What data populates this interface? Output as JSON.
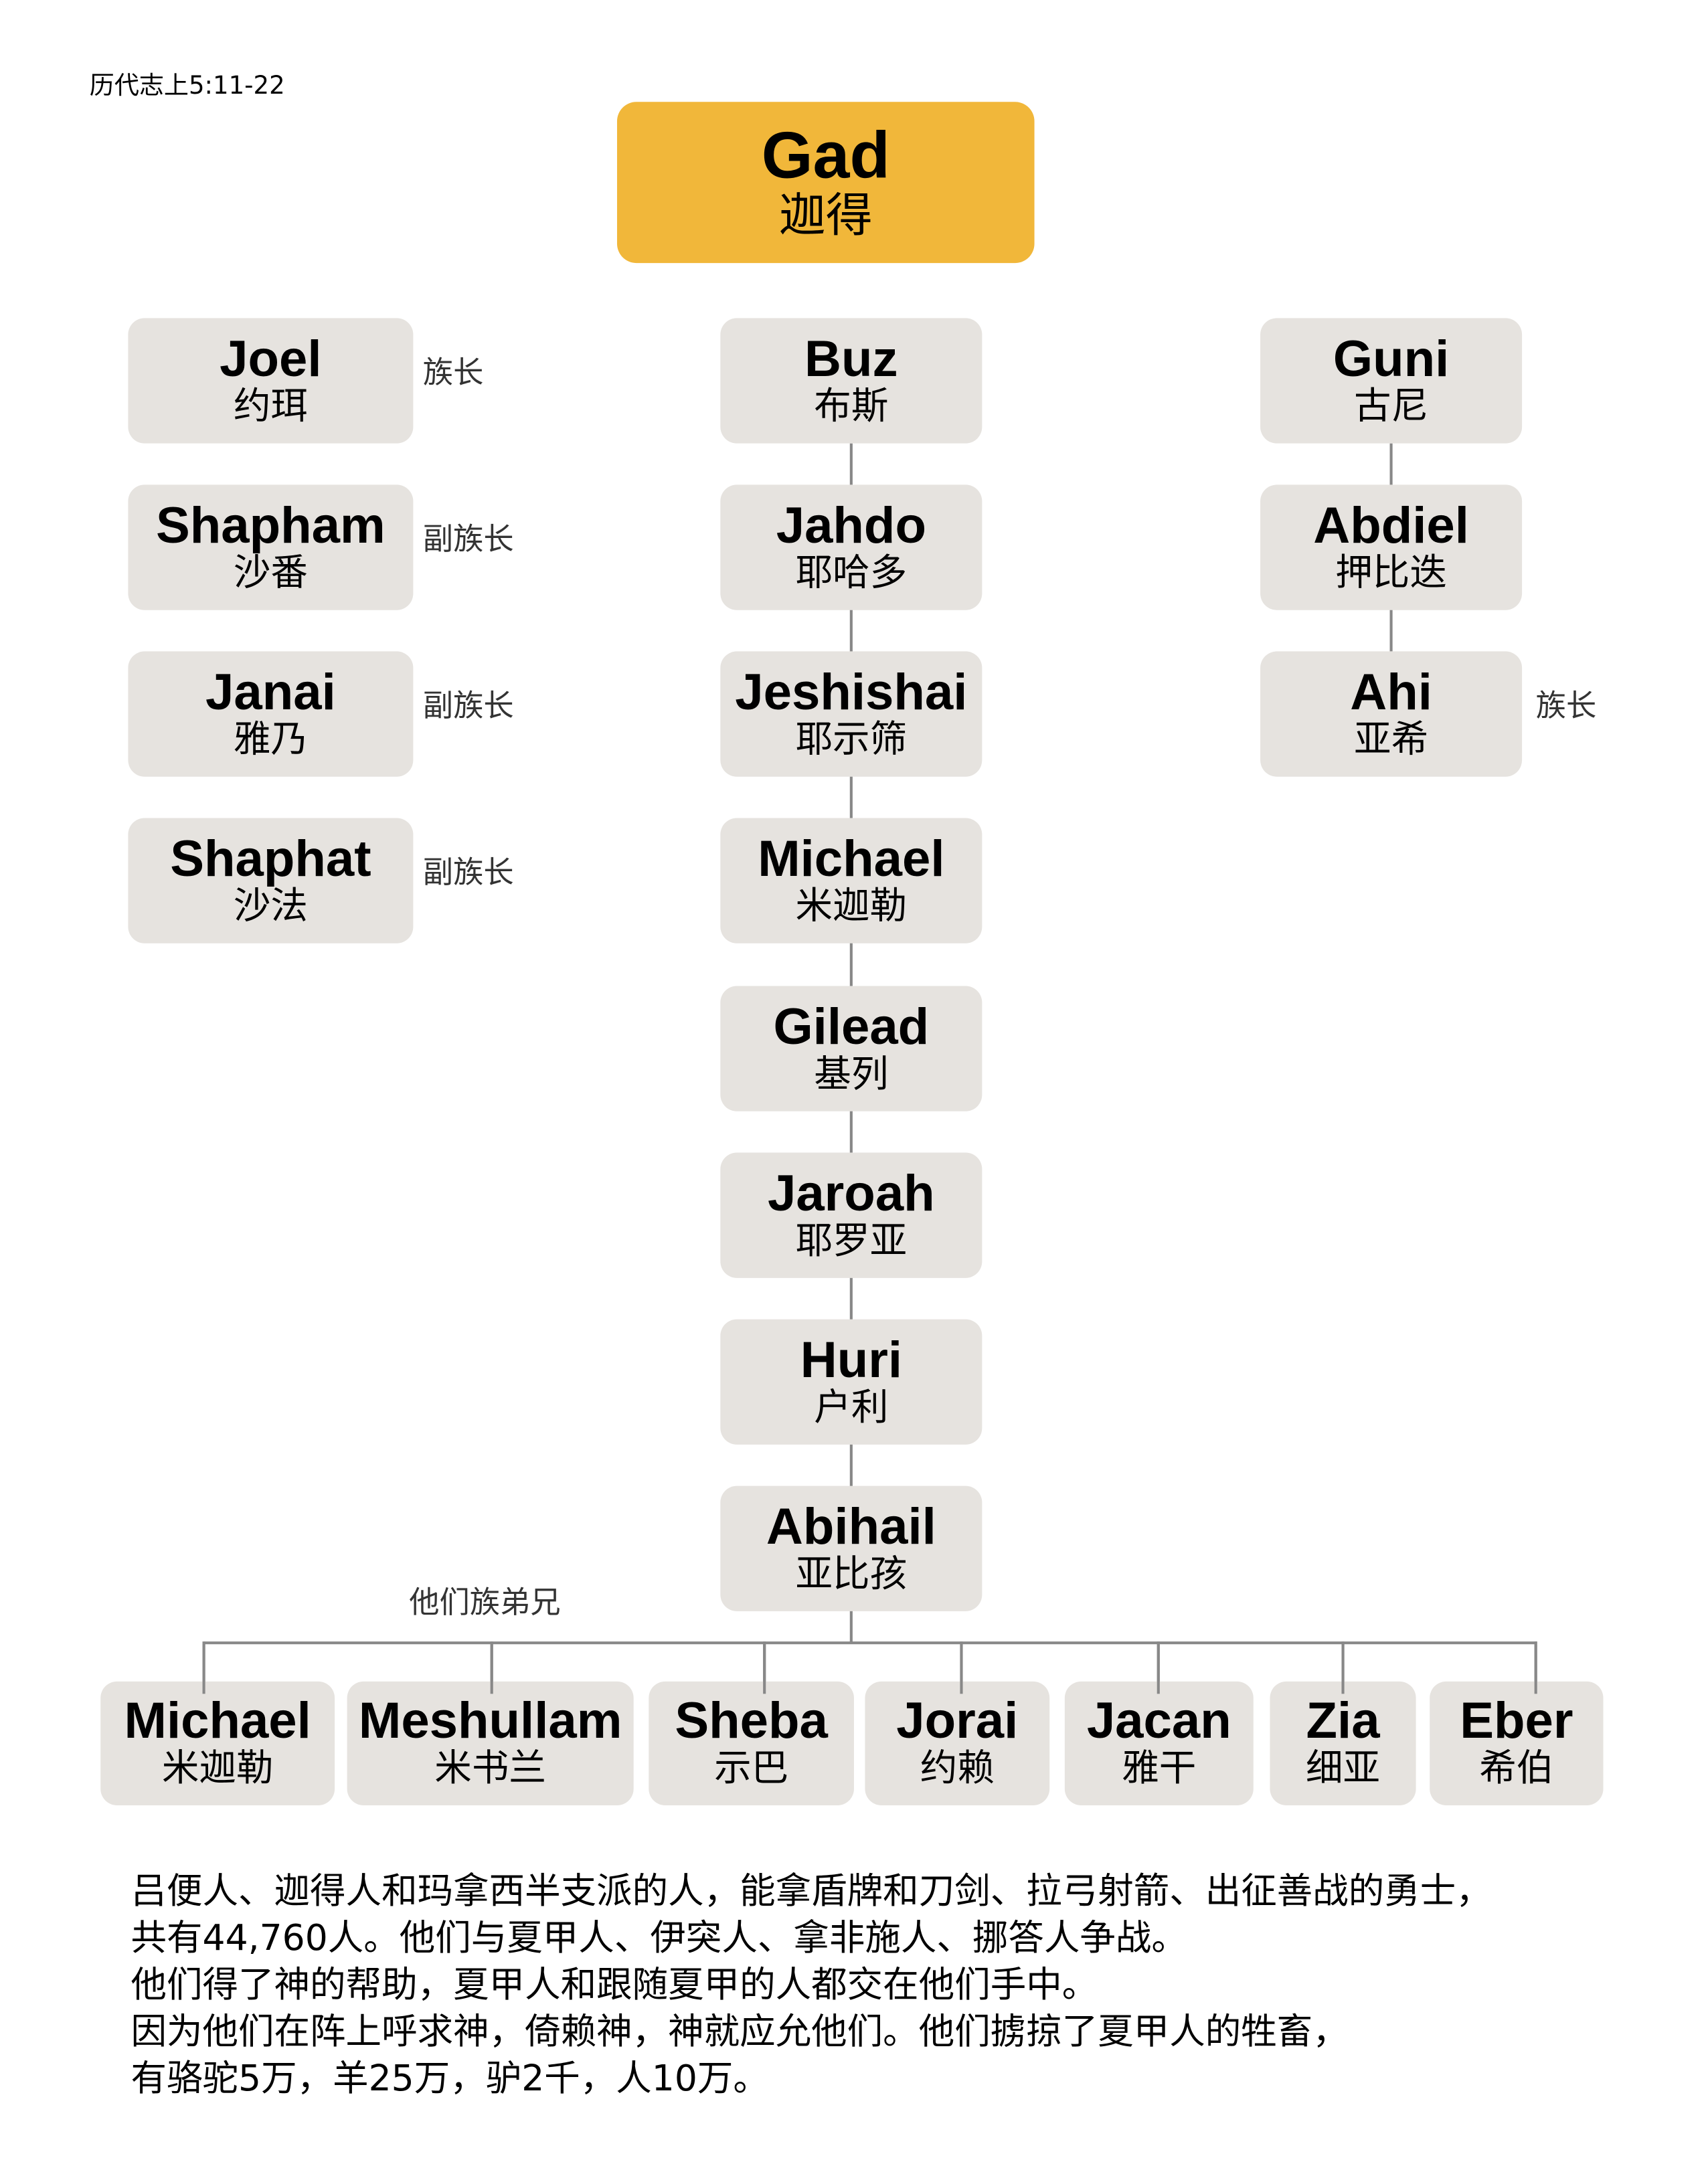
{
  "reference": "历代志上5:11-22",
  "root": {
    "en": "Gad",
    "zh": "迦得",
    "color": "#F1B73A"
  },
  "left_column": [
    {
      "en": "Joel",
      "zh": "约珥",
      "role": "族长"
    },
    {
      "en": "Shapham",
      "zh": "沙番",
      "role": "副族长"
    },
    {
      "en": "Janai",
      "zh": "雅乃",
      "role": "副族长"
    },
    {
      "en": "Shaphat",
      "zh": "沙法",
      "role": "副族长"
    }
  ],
  "center_column": [
    {
      "en": "Buz",
      "zh": "布斯"
    },
    {
      "en": "Jahdo",
      "zh": "耶哈多"
    },
    {
      "en": "Jeshishai",
      "zh": "耶示筛"
    },
    {
      "en": "Michael",
      "zh": "米迦勒"
    },
    {
      "en": "Gilead",
      "zh": "基列"
    },
    {
      "en": "Jaroah",
      "zh": "耶罗亚"
    },
    {
      "en": "Huri",
      "zh": "户利"
    },
    {
      "en": "Abihail",
      "zh": "亚比孩"
    }
  ],
  "right_column": [
    {
      "en": "Guni",
      "zh": "古尼"
    },
    {
      "en": "Abdiel",
      "zh": "押比迭"
    },
    {
      "en": "Ahi",
      "zh": "亚希",
      "role": "族长"
    }
  ],
  "brothers_label": "他们族弟兄",
  "brothers": [
    {
      "en": "Michael",
      "zh": "米迦勒"
    },
    {
      "en": "Meshullam",
      "zh": "米书兰"
    },
    {
      "en": "Sheba",
      "zh": "示巴"
    },
    {
      "en": "Jorai",
      "zh": "约赖"
    },
    {
      "en": "Jacan",
      "zh": "雅干"
    },
    {
      "en": "Zia",
      "zh": "细亚"
    },
    {
      "en": "Eber",
      "zh": "希伯"
    }
  ],
  "paragraph": [
    "吕便人、迦得人和玛拿西半支派的人，能拿盾牌和刀剑、拉弓射箭、出征善战的勇士，",
    "共有44,760人。他们与夏甲人、伊突人、拿非施人、挪答人争战。",
    "他们得了神的帮助，夏甲人和跟随夏甲的人都交在他们手中。",
    "因为他们在阵上呼求神，倚赖神，神就应允他们。他们掳掠了夏甲人的牲畜，",
    "有骆驼5万，羊25万，驴2千，人10万。"
  ]
}
